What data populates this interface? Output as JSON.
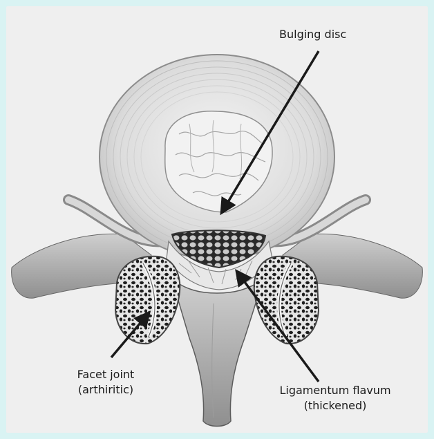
{
  "labels": {
    "bulging_disc": "Bulging disc",
    "facet_joint_line1": "Facet joint",
    "facet_joint_line2": "(arthiritic)",
    "ligamentum_line1": "Ligamentum flavum",
    "ligamentum_line2": "(thickened)"
  },
  "colors": {
    "outer_background": "#d9f3f3",
    "panel_background": "#efefef",
    "bone_light": "#d4d4d4",
    "bone_mid": "#a9a9a9",
    "bone_dark": "#5a5a5a",
    "label_text": "#1a1a1a"
  }
}
